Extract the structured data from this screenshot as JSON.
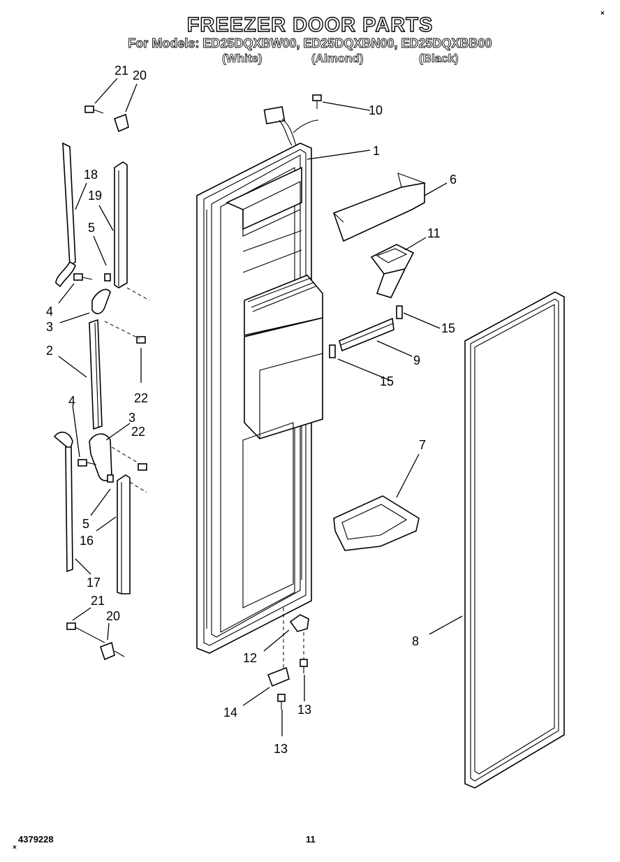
{
  "header": {
    "title": "FREEZER DOOR PARTS",
    "models": "For Models: ED25DQXBW00, ED25DQXBN00, ED25DQXBB00",
    "finishes": [
      "(White)",
      "(Almond)",
      "(Black)"
    ]
  },
  "callouts": {
    "c1": "1",
    "c2": "2",
    "c3a": "3",
    "c3b": "3",
    "c4a": "4",
    "c4b": "4",
    "c5a": "5",
    "c5b": "5",
    "c6": "6",
    "c7": "7",
    "c8": "8",
    "c9": "9",
    "c10": "10",
    "c11": "11",
    "c12": "12",
    "c13a": "13",
    "c13b": "13",
    "c14": "14",
    "c15a": "15",
    "c15b": "15",
    "c16": "16",
    "c17": "17",
    "c18": "18",
    "c19": "19",
    "c20a": "20",
    "c20b": "20",
    "c21a": "21",
    "c21b": "21",
    "c22a": "22",
    "c22b": "22"
  },
  "footer": {
    "doc_number": "4379228",
    "page_number": "11",
    "corner_mark_top": "×",
    "corner_mark_bottom": "×"
  }
}
